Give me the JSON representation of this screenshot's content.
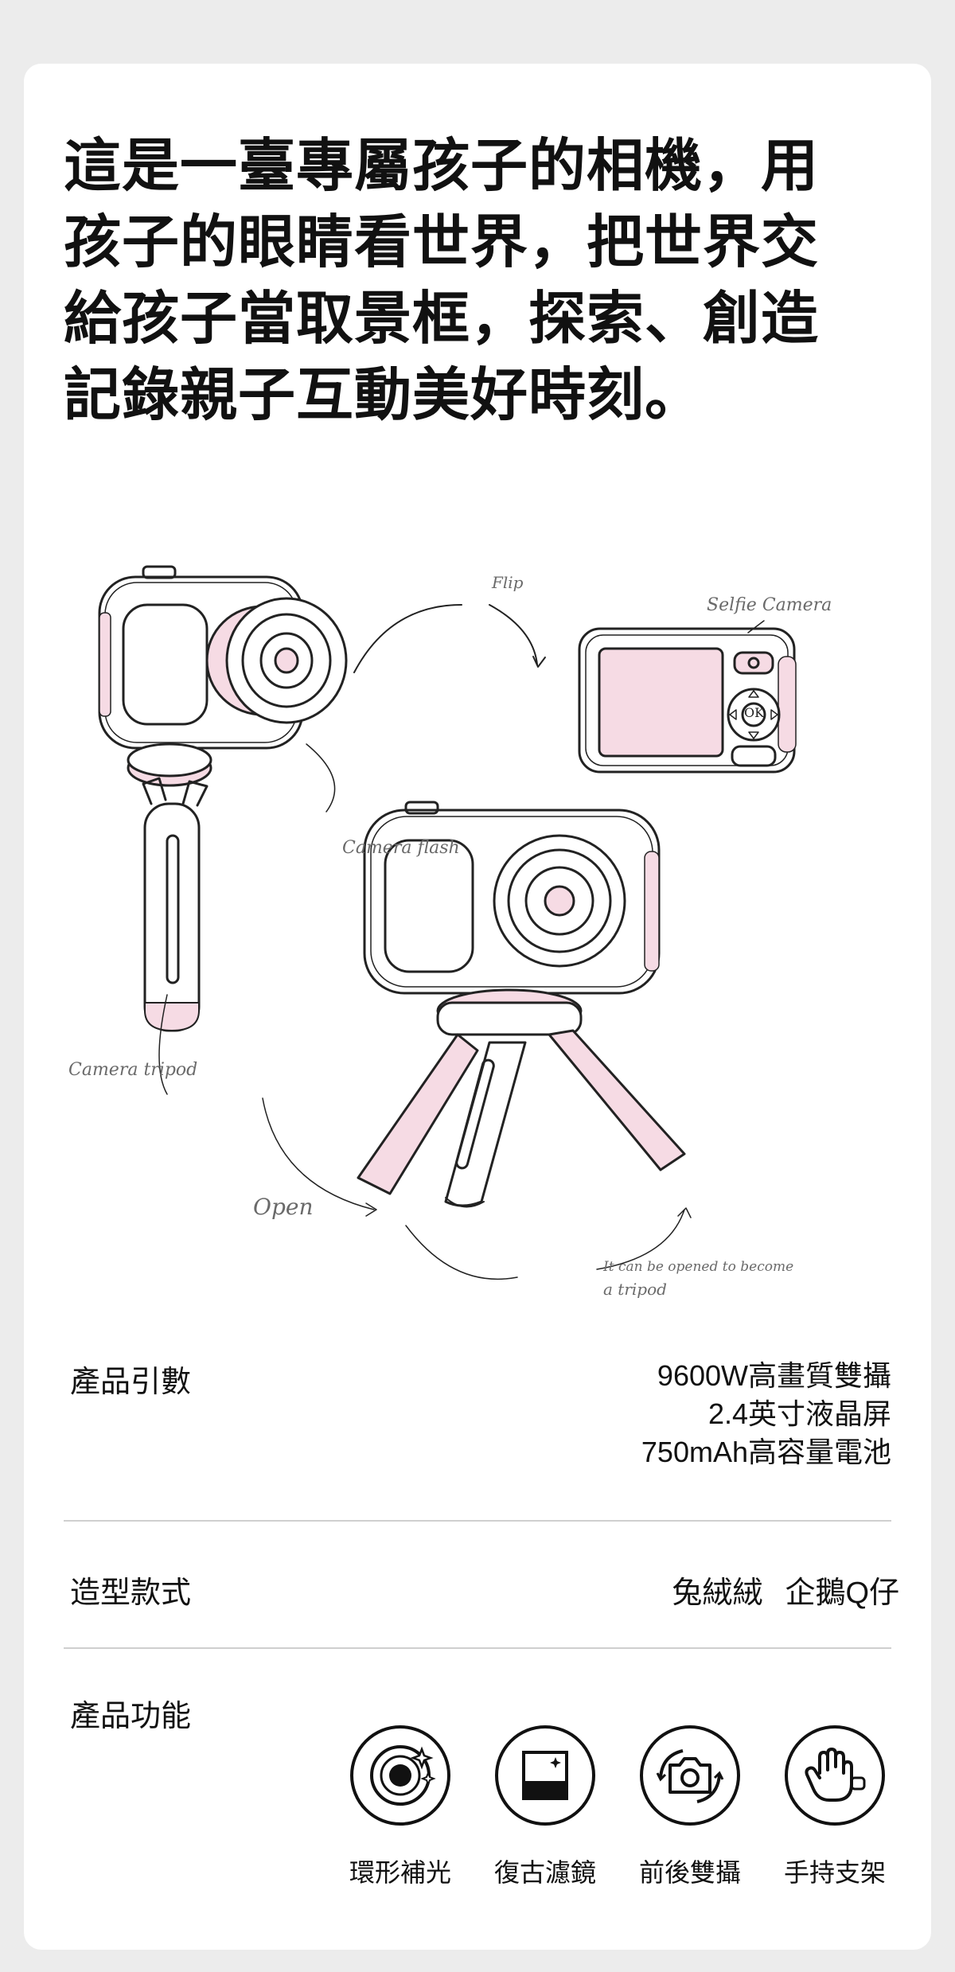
{
  "headline": {
    "lines": [
      "這是一臺專屬孩子的相機，用",
      "孩子的眼睛看世界，把世界交",
      "給孩子當取景框，探索、創造",
      "記錄親子互動美好時刻。"
    ]
  },
  "sketch": {
    "labels": {
      "flip": "Flip",
      "selfie_camera": "Selfie Camera",
      "camera_flash": "Camera flash",
      "camera_tripod": "Camera tripod",
      "open": "Open",
      "tripod_note_1": "It can be opened to become",
      "tripod_note_2": "a tripod"
    },
    "button_ok": "OK",
    "accent_color": "#f6dbe4"
  },
  "specs": {
    "params_label": "產品引數",
    "params_values": [
      "9600W高畫質雙攝",
      "2.4英寸液晶屏",
      "750mAh高容量電池"
    ],
    "style_label": "造型款式",
    "style_values": [
      "兔絨絨",
      "企鵝Q仔"
    ],
    "features_label": "產品功能"
  },
  "features": [
    {
      "icon": "ring-light-icon",
      "label": "環形補光"
    },
    {
      "icon": "retro-filter-icon",
      "label": "復古濾鏡"
    },
    {
      "icon": "camera-flip-icon",
      "label": "前後雙攝"
    },
    {
      "icon": "hand-grip-icon",
      "label": "手持支架"
    }
  ]
}
